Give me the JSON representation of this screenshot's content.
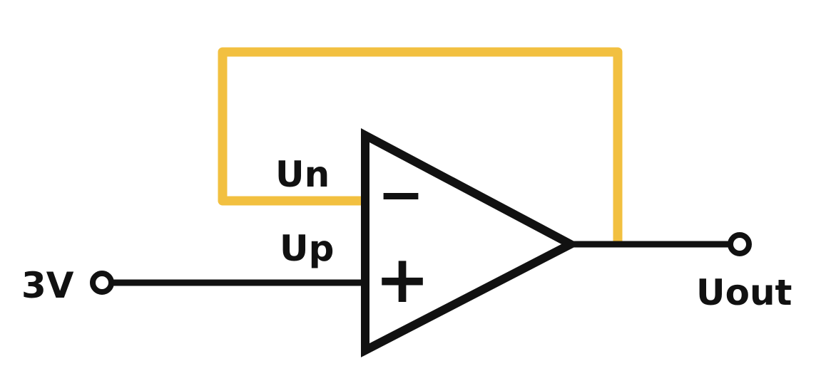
{
  "labels": {
    "inverting_input": "Un",
    "noninverting_input": "Up",
    "input_voltage": "3V",
    "output": "Uout",
    "minus_sign": "−",
    "plus_sign": "+"
  },
  "colors": {
    "wire": "#111111",
    "feedback": "#f2c040",
    "background": "#ffffff"
  }
}
